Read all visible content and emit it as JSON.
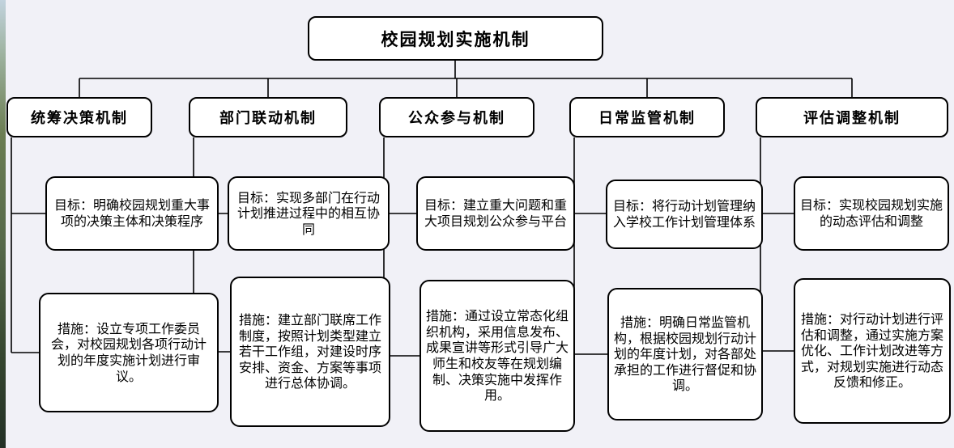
{
  "diagram": {
    "title": "校园规划实施机制",
    "branches": [
      {
        "title": "统筹决策机制",
        "goal": "目标：明确校园规划重大事项的决策主体和决策程序",
        "measure": "措施：设立专项工作委员会，对校园规划各项行动计划的年度实施计划进行审议。"
      },
      {
        "title": "部门联动机制",
        "goal": "目标：实现多部门在行动计划推进过程中的相互协同",
        "measure": "措施：建立部门联席工作制度，按照计划类型建立若干工作组，对建设时序安排、资金、方案等事项进行总体协调。"
      },
      {
        "title": "公众参与机制",
        "goal": "目标：建立重大问题和重大项目规划公众参与平台",
        "measure": "措施：通过设立常态化组织机构，采用信息发布、成果宣讲等形式引导广大师生和校友等在规划编制、决策实施中发挥作用。"
      },
      {
        "title": "日常监管机制",
        "goal": "目标：将行动计划管理纳入学校工作计划管理体系",
        "measure": "措施：明确日常监管机构，根据校园规划行动计划的年度计划，对各部处承担的工作进行督促和协调。"
      },
      {
        "title": "评估调整机制",
        "goal": "目标：实现校园规划实施的动态评估和调整",
        "measure": "措施：对行动计划进行评估和调整，通过实施方案优化、工作计划改进等方式，对规划实施进行动态反馈和修正。"
      }
    ],
    "colors": {
      "box_border": "#000000",
      "box_fill": "#ffffff",
      "background": "#f1f1f7"
    }
  }
}
